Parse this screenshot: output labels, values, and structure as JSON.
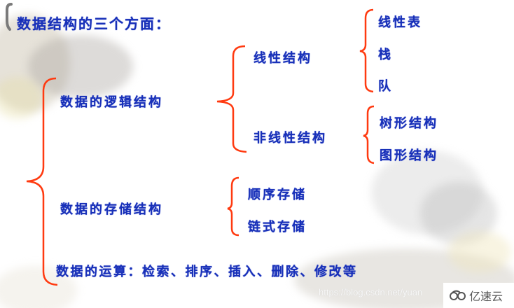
{
  "title": "数据结构的三个方面：",
  "logical": {
    "label": "数据的逻辑结构",
    "linear": {
      "label": "线性结构",
      "items": [
        "线性表",
        "栈",
        "队"
      ]
    },
    "nonlinear": {
      "label": "非线性结构",
      "items": [
        "树形结构",
        "图形结构"
      ]
    }
  },
  "storage": {
    "label": "数据的存储结构",
    "items": [
      "顺序存储",
      "链式存储"
    ]
  },
  "operations": {
    "label": "数据的运算：检索、排序、插入、删除、修改等"
  },
  "watermark": {
    "url": "https://blog.csdn.net/yuan",
    "brand": "亿速云"
  },
  "colors": {
    "text": "#1830b8",
    "bracket": "#ff3a10",
    "background": "#ffffff"
  }
}
